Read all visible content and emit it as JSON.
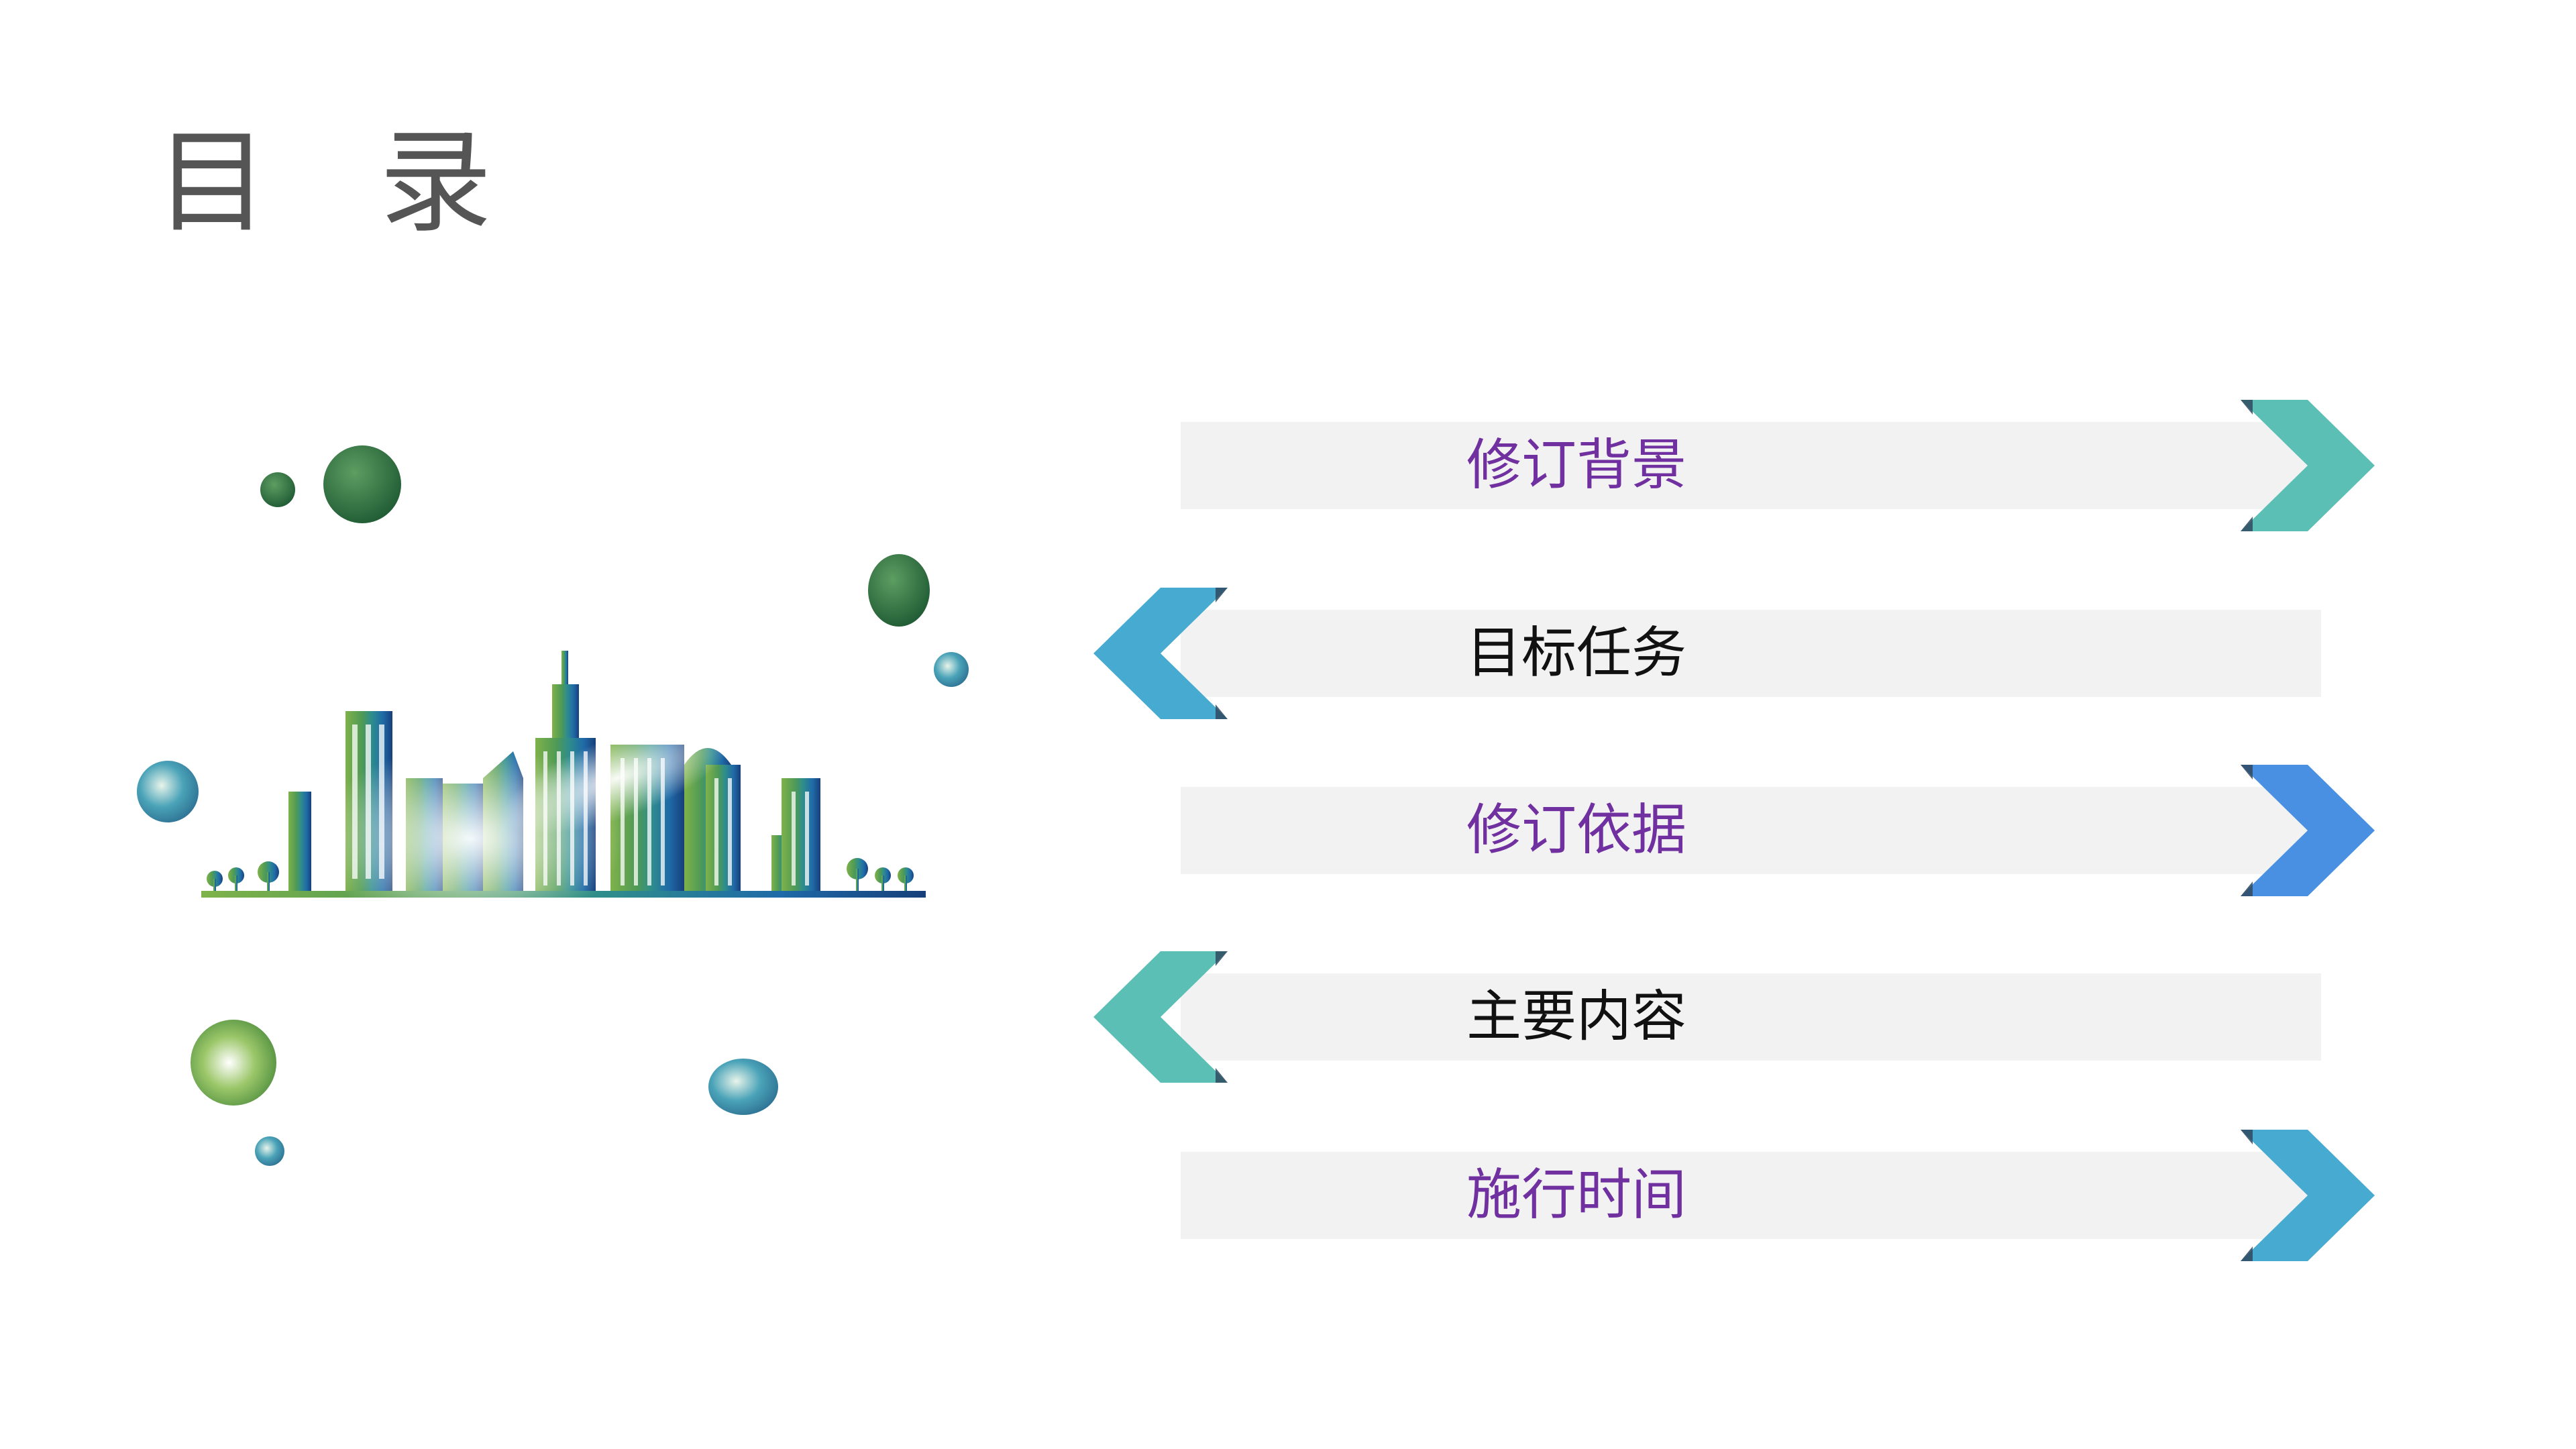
{
  "title": "目 录",
  "items": [
    {
      "label": "修订背景",
      "text_color": "#7030a0",
      "arrow_color": "#5bbfb5",
      "direction": "right"
    },
    {
      "label": "目标任务",
      "text_color": "#111111",
      "arrow_color": "#47aad1",
      "direction": "left"
    },
    {
      "label": "修订依据",
      "text_color": "#7030a0",
      "arrow_color": "#4a90e2",
      "direction": "right"
    },
    {
      "label": "主要内容",
      "text_color": "#111111",
      "arrow_color": "#5bbfb5",
      "direction": "left"
    },
    {
      "label": "施行时间",
      "text_color": "#7030a0",
      "arrow_color": "#47aad1",
      "direction": "right"
    }
  ]
}
